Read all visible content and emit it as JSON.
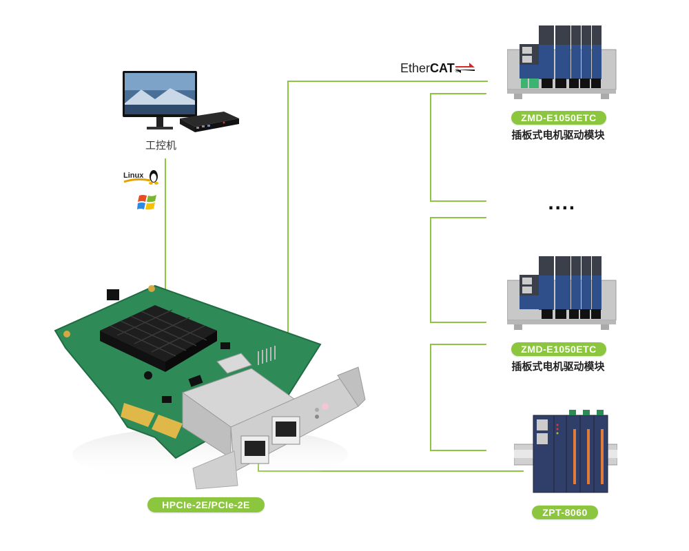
{
  "colors": {
    "connector_line": "#8cc63f",
    "pill_bg": "#8cc63f",
    "pill_text": "#ffffff",
    "pcb_green": "#2e8b57",
    "module_blue": "#2f4f8a",
    "ethercat_red": "#d62828"
  },
  "host": {
    "label": "工控机",
    "icon": "industrial-pc-with-monitor"
  },
  "os_support": [
    {
      "name": "Linux",
      "icon": "linux-tux-icon"
    },
    {
      "name": "Windows",
      "icon": "windows-logo-icon"
    }
  ],
  "protocol": {
    "logo_text_regular": "Ether",
    "logo_text_bold": "CAT",
    "icon": "ethercat-arrows-icon"
  },
  "card": {
    "model_label": "HPCIe-2E/PCIe-2E",
    "icon": "pcie-ethercat-card"
  },
  "devices": [
    {
      "model": "ZMD-E1050ETC",
      "description": "插板式电机驱动模块",
      "icon": "motor-drive-module"
    },
    {
      "model": "ZMD-E1050ETC",
      "description": "插板式电机驱动模块",
      "icon": "motor-drive-module"
    },
    {
      "model": "ZPT-8060",
      "description": "",
      "icon": "io-module-rail"
    }
  ],
  "ellipsis": "....",
  "legend_marks": {
    "registered": "®"
  }
}
